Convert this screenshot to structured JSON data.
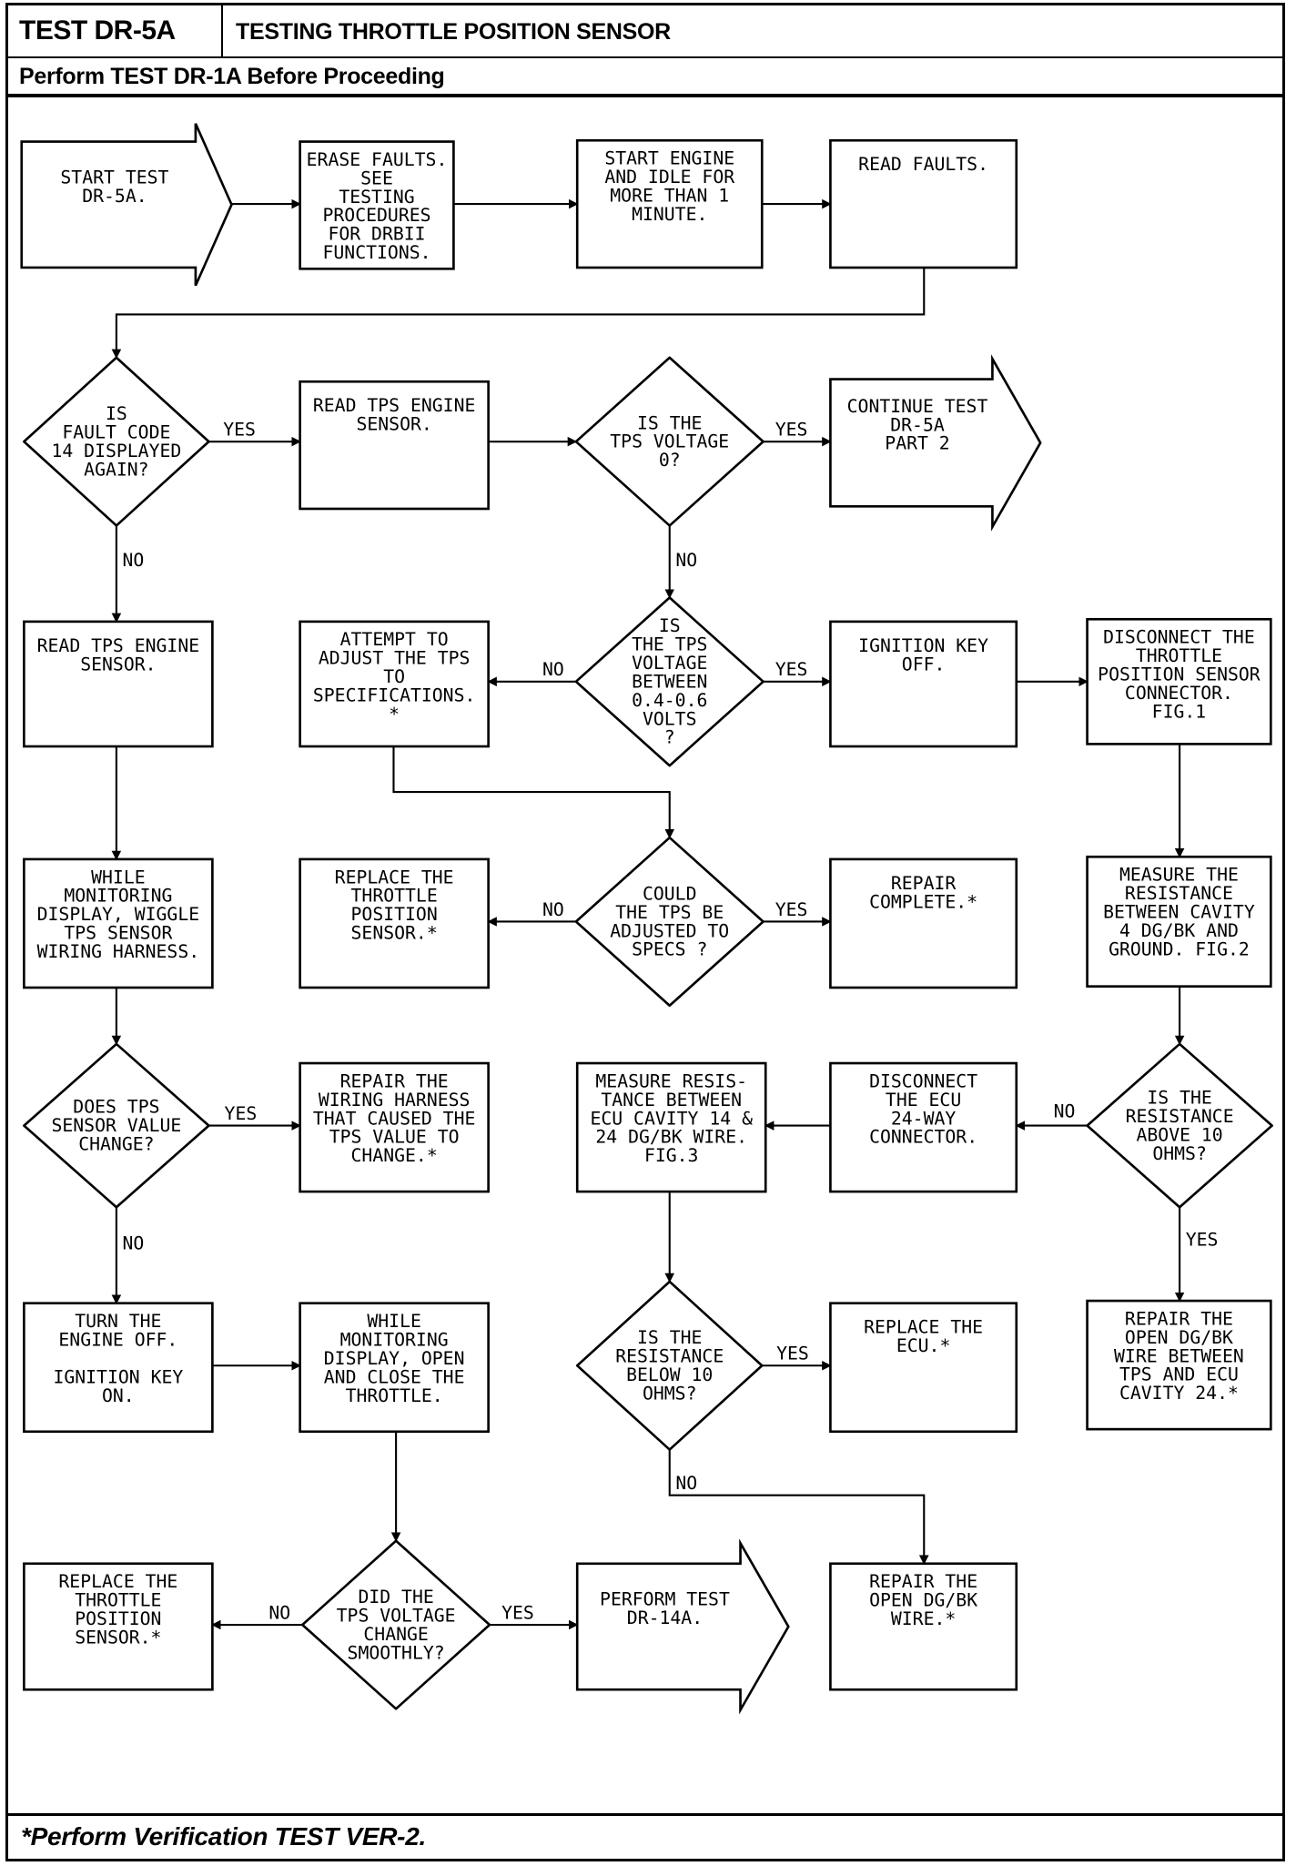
{
  "header": {
    "test_id": "TEST DR-5A",
    "title": "TESTING THROTTLE POSITION SENSOR",
    "prerequisite": "Perform TEST DR-1A Before Proceeding"
  },
  "footer": {
    "note": "*Perform Verification TEST VER-2."
  },
  "nodes": {
    "start": {
      "type": "arrow",
      "lines": [
        "START TEST",
        "DR-5A."
      ]
    },
    "erase": {
      "type": "process",
      "lines": [
        "ERASE FAULTS.",
        "SEE",
        "TESTING",
        "PROCEDURES",
        "FOR DRBII",
        "FUNCTIONS."
      ]
    },
    "start_engine": {
      "type": "process",
      "lines": [
        "START ENGINE",
        "AND IDLE FOR",
        "MORE THAN 1",
        "MINUTE."
      ]
    },
    "read_faults": {
      "type": "process",
      "lines": [
        "READ FAULTS."
      ]
    },
    "fault14": {
      "type": "decision",
      "lines": [
        "IS",
        "FAULT CODE",
        "14 DISPLAYED",
        "AGAIN?"
      ]
    },
    "read_tps_1": {
      "type": "process",
      "lines": [
        "READ TPS ENGINE",
        "SENSOR."
      ]
    },
    "tps_zero": {
      "type": "decision",
      "lines": [
        "IS THE",
        "TPS VOLTAGE",
        "0?"
      ]
    },
    "continue_part2": {
      "type": "arrow",
      "lines": [
        "CONTINUE TEST",
        "DR-5A",
        "PART 2"
      ]
    },
    "read_tps_2": {
      "type": "process",
      "lines": [
        "READ TPS ENGINE",
        "SENSOR."
      ]
    },
    "adjust_tps": {
      "type": "process",
      "lines": [
        "ATTEMPT TO",
        "ADJUST THE TPS",
        "TO",
        "SPECIFICATIONS.",
        "*"
      ]
    },
    "tps_between": {
      "type": "decision",
      "lines": [
        "IS",
        "THE TPS",
        "VOLTAGE",
        "BETWEEN",
        "0.4-0.6",
        "VOLTS",
        "?"
      ]
    },
    "ign_off": {
      "type": "process",
      "lines": [
        "IGNITION KEY",
        "OFF."
      ]
    },
    "disconnect_tps": {
      "type": "process",
      "lines": [
        "DISCONNECT THE",
        "THROTTLE",
        "POSITION SENSOR",
        "CONNECTOR.",
        "FIG.1"
      ]
    },
    "wiggle": {
      "type": "process",
      "lines": [
        "WHILE",
        "MONITORING",
        "DISPLAY, WIGGLE",
        "TPS SENSOR",
        "WIRING HARNESS."
      ]
    },
    "replace_tps_1": {
      "type": "process",
      "lines": [
        "REPLACE THE",
        "THROTTLE",
        "POSITION",
        "SENSOR.*"
      ]
    },
    "could_adjust": {
      "type": "decision",
      "lines": [
        "COULD",
        "THE TPS BE",
        "ADJUSTED TO",
        "SPECS ?"
      ]
    },
    "repair_complete": {
      "type": "process",
      "lines": [
        "REPAIR",
        "COMPLETE.*"
      ]
    },
    "measure_cavity4": {
      "type": "process",
      "lines": [
        "MEASURE THE",
        "RESISTANCE",
        "BETWEEN CAVITY",
        "4 DG/BK AND",
        "GROUND. FIG.2"
      ]
    },
    "sensor_change": {
      "type": "decision",
      "lines": [
        "DOES TPS",
        "SENSOR VALUE",
        "CHANGE?"
      ]
    },
    "repair_harness": {
      "type": "process",
      "lines": [
        "REPAIR THE",
        "WIRING HARNESS",
        "THAT CAUSED THE",
        "TPS VALUE TO",
        "CHANGE.*"
      ]
    },
    "measure_ecu": {
      "type": "process",
      "lines": [
        "MEASURE RESIS-",
        "TANCE BETWEEN",
        "ECU CAVITY 14 &",
        "24 DG/BK WIRE.",
        "FIG.3"
      ]
    },
    "disconnect_ecu": {
      "type": "process",
      "lines": [
        "DISCONNECT",
        "THE ECU",
        "24-WAY",
        "CONNECTOR."
      ]
    },
    "res_above10": {
      "type": "decision",
      "lines": [
        "IS THE",
        "RESISTANCE",
        "ABOVE 10",
        "OHMS?"
      ]
    },
    "engine_off": {
      "type": "process",
      "lines": [
        "TURN THE",
        "ENGINE OFF.",
        "",
        "IGNITION KEY",
        "ON."
      ]
    },
    "open_close": {
      "type": "process",
      "lines": [
        "WHILE",
        "MONITORING",
        "DISPLAY, OPEN",
        "AND CLOSE THE",
        "THROTTLE."
      ]
    },
    "res_below10": {
      "type": "decision",
      "lines": [
        "IS THE",
        "RESISTANCE",
        "BELOW 10",
        "OHMS?"
      ]
    },
    "replace_ecu": {
      "type": "process",
      "lines": [
        "REPLACE THE",
        "ECU.*"
      ]
    },
    "repair_open_24": {
      "type": "process",
      "lines": [
        "REPAIR THE",
        "OPEN DG/BK",
        "WIRE BETWEEN",
        "TPS AND ECU",
        "CAVITY 24.*"
      ]
    },
    "replace_tps_2": {
      "type": "process",
      "lines": [
        "REPLACE THE",
        "THROTTLE",
        "POSITION",
        "SENSOR.*"
      ]
    },
    "smooth": {
      "type": "decision",
      "lines": [
        "DID THE",
        "TPS VOLTAGE",
        "CHANGE",
        "SMOOTHLY?"
      ]
    },
    "perform_dr14a": {
      "type": "arrow",
      "lines": [
        "PERFORM TEST",
        "DR-14A."
      ]
    },
    "repair_open": {
      "type": "process",
      "lines": [
        "REPAIR THE",
        "OPEN DG/BK",
        "WIRE.*"
      ]
    }
  },
  "edges": [
    {
      "from": "start",
      "to": "erase",
      "label": ""
    },
    {
      "from": "erase",
      "to": "start_engine",
      "label": ""
    },
    {
      "from": "start_engine",
      "to": "read_faults",
      "label": ""
    },
    {
      "from": "read_faults",
      "to": "fault14",
      "label": ""
    },
    {
      "from": "fault14",
      "to": "read_tps_1",
      "label": "YES"
    },
    {
      "from": "fault14",
      "to": "read_tps_2",
      "label": "NO"
    },
    {
      "from": "read_tps_1",
      "to": "tps_zero",
      "label": ""
    },
    {
      "from": "tps_zero",
      "to": "continue_part2",
      "label": "YES"
    },
    {
      "from": "tps_zero",
      "to": "tps_between",
      "label": "NO"
    },
    {
      "from": "tps_between",
      "to": "adjust_tps",
      "label": "NO"
    },
    {
      "from": "tps_between",
      "to": "ign_off",
      "label": "YES"
    },
    {
      "from": "ign_off",
      "to": "disconnect_tps",
      "label": ""
    },
    {
      "from": "adjust_tps",
      "to": "could_adjust",
      "label": ""
    },
    {
      "from": "could_adjust",
      "to": "replace_tps_1",
      "label": "NO"
    },
    {
      "from": "could_adjust",
      "to": "repair_complete",
      "label": "YES"
    },
    {
      "from": "read_tps_2",
      "to": "wiggle",
      "label": ""
    },
    {
      "from": "disconnect_tps",
      "to": "measure_cavity4",
      "label": ""
    },
    {
      "from": "wiggle",
      "to": "sensor_change",
      "label": ""
    },
    {
      "from": "sensor_change",
      "to": "repair_harness",
      "label": "YES"
    },
    {
      "from": "sensor_change",
      "to": "engine_off",
      "label": "NO"
    },
    {
      "from": "measure_cavity4",
      "to": "res_above10",
      "label": ""
    },
    {
      "from": "res_above10",
      "to": "disconnect_ecu",
      "label": "NO"
    },
    {
      "from": "res_above10",
      "to": "repair_open_24",
      "label": "YES"
    },
    {
      "from": "disconnect_ecu",
      "to": "measure_ecu",
      "label": ""
    },
    {
      "from": "measure_ecu",
      "to": "res_below10",
      "label": ""
    },
    {
      "from": "res_below10",
      "to": "replace_ecu",
      "label": "YES"
    },
    {
      "from": "res_below10",
      "to": "repair_open",
      "label": "NO"
    },
    {
      "from": "engine_off",
      "to": "open_close",
      "label": ""
    },
    {
      "from": "open_close",
      "to": "smooth",
      "label": ""
    },
    {
      "from": "smooth",
      "to": "replace_tps_2",
      "label": "NO"
    },
    {
      "from": "smooth",
      "to": "perform_dr14a",
      "label": "YES"
    }
  ]
}
